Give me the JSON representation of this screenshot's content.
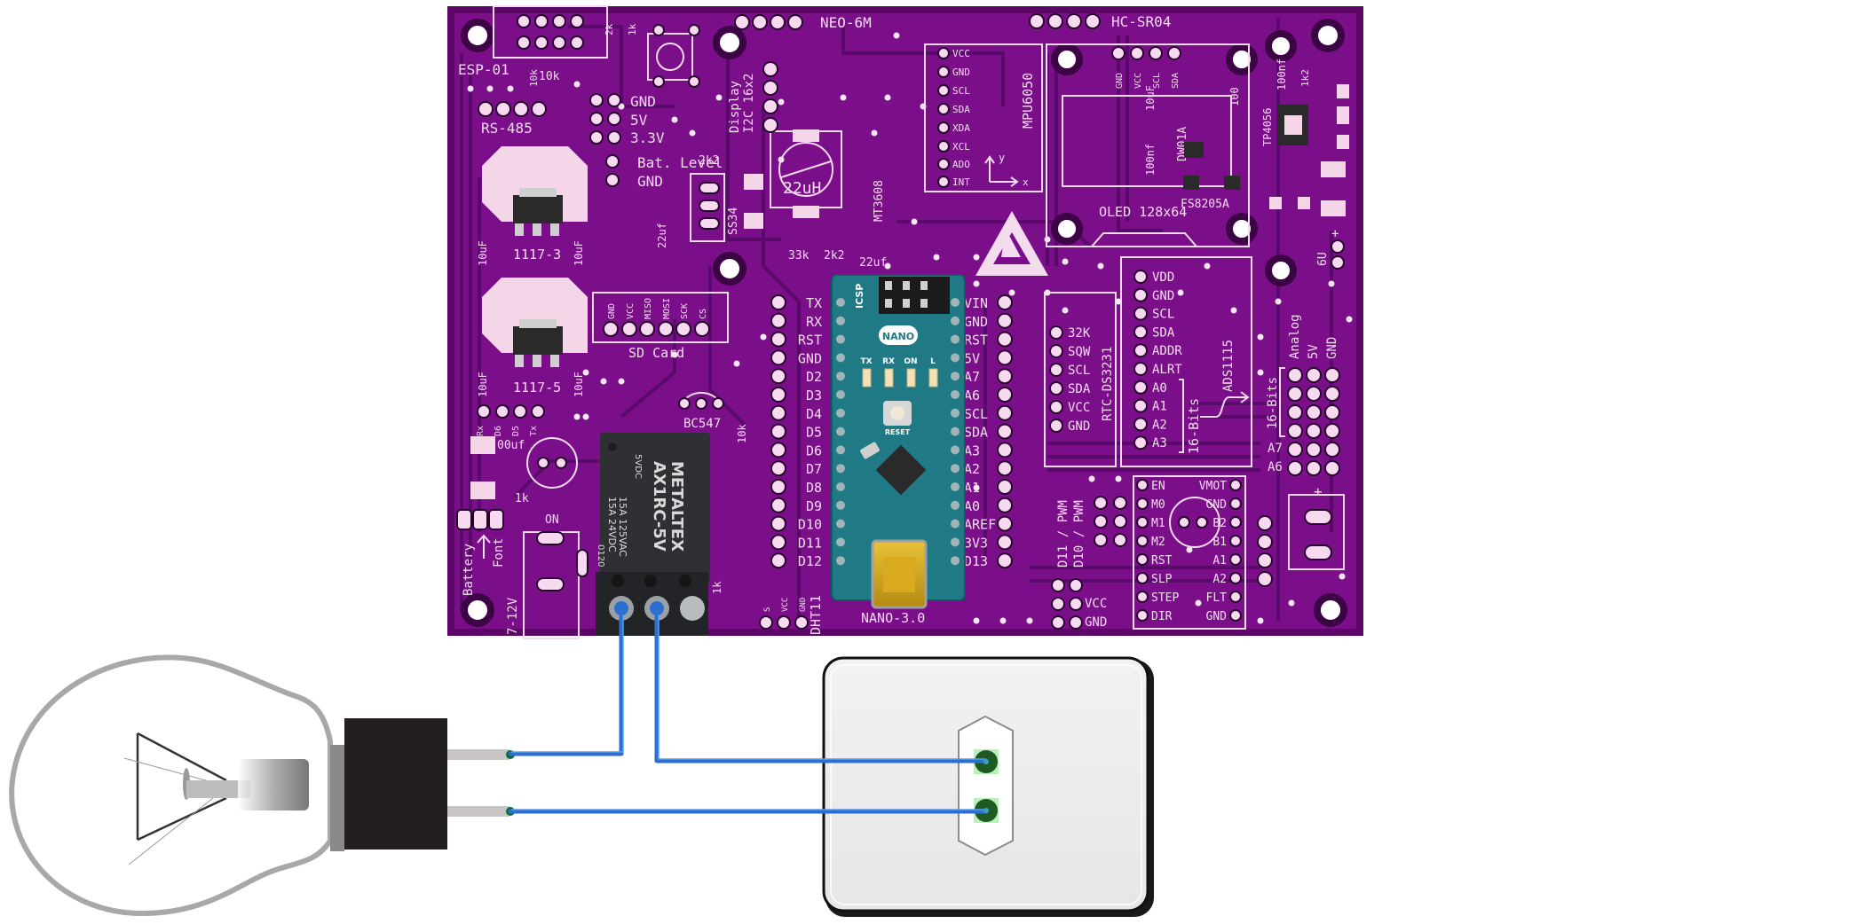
{
  "board": {
    "color": "#7b0f8a",
    "edge_color": "#5c0768",
    "silk_color": "#f4dcef",
    "labels": {
      "esp01": "ESP-01",
      "rs485": "RS-485",
      "neo6m": "NEO-6M",
      "hcsr04": "HC-SR04",
      "display": "Display",
      "i2c16x2": "I2C 16x2",
      "mpu6050": "MPU6050",
      "oled": "OLED 128x64",
      "dw01a": "DW01A",
      "fs8205a": "FS8205A",
      "tp4056": "TP4056",
      "mt3608": "MT3608",
      "inductor": "22uH",
      "ss34": "SS34",
      "reg3": "1117-3",
      "reg5": "1117-5",
      "sdcard": "SD Card",
      "bc547": "BC547",
      "rtc": "RTC-DS3231",
      "ads1115": "ADS1115",
      "bits16a": "16-Bits",
      "bits16b": "16-Bits",
      "analog": "Analog",
      "nano": "NANO-3.0",
      "dht11": "DHT11",
      "battery": "Battery",
      "font": "Font",
      "vin_range": "7-12V",
      "on": "ON",
      "six_v": "6U",
      "pwm11": "D11 / PWM",
      "pwm10": "D10 / PWM",
      "vcc": "VCC",
      "gnd": "GND",
      "bat_level": "Bat. Level",
      "r10k_a": "10k",
      "r10k_b": "10k",
      "r2k": "2k",
      "r1k": "1k",
      "r2k2": "2k2",
      "r33k": "33k",
      "c22uf_a": "22uf",
      "c22uf_b": "22uf",
      "c10uf": "10uF",
      "c100nf": "100nf",
      "c100uf": "00uf",
      "r100": "100",
      "r1k2": "1k2",
      "r10k_c": "10k",
      "plus": "+"
    },
    "power_header": [
      "GND",
      "5V",
      "3.3V"
    ],
    "bat_header": [
      "Bat. Level",
      "GND"
    ],
    "sd_pins": [
      "GND",
      "VCC",
      "MISO",
      "MOSI",
      "SCK",
      "CS"
    ],
    "oled_pins": [
      "GND",
      "VCC",
      "SCL",
      "SDA"
    ],
    "mpu_pins": [
      "VCC",
      "GND",
      "SCL",
      "SDA",
      "XDA",
      "XCL",
      "ADO",
      "INT"
    ],
    "mpu_axes": {
      "x": "x",
      "y": "y"
    },
    "serial_pins": [
      "Rx",
      "D6",
      "D5",
      "Tx"
    ],
    "dht_pins": [
      "S",
      "VCC",
      "GND"
    ],
    "rtc_pins": [
      "32K",
      "SQW",
      "SCL",
      "SDA",
      "VCC",
      "GND"
    ],
    "ads_pins": [
      "VDD",
      "GND",
      "SCL",
      "SDA",
      "ADDR",
      "ALRT",
      "A0",
      "A1",
      "A2",
      "A3"
    ],
    "analog_rows": [
      "A7",
      "A6"
    ],
    "analog_cols": [
      "Analog",
      "5V",
      "GND"
    ],
    "nano_left": [
      "TX",
      "RX",
      "RST",
      "GND",
      "D2",
      "D3",
      "D4",
      "D5",
      "D6",
      "D7",
      "D8",
      "D9",
      "D10",
      "D11",
      "D12"
    ],
    "nano_right": [
      "VIN",
      "GND",
      "RST",
      "5V",
      "A7",
      "A6",
      "SCL",
      "SDA",
      "A3",
      "A2",
      "A1",
      "A0",
      "AREF",
      "3V3",
      "D13"
    ],
    "driver_left": [
      "EN",
      "M0",
      "M1",
      "M2",
      "RST",
      "SLP",
      "STEP",
      "DIR"
    ],
    "driver_right": [
      "VMOT",
      "GND",
      "B2",
      "B1",
      "A1",
      "A2",
      "FLT",
      "GND"
    ]
  },
  "arduino_nano": {
    "color": "#1f7a86",
    "badge": "NANO",
    "icsp": "ICSP",
    "leds": [
      "TX",
      "RX",
      "ON",
      "L"
    ],
    "reset": "RESET"
  },
  "relay": {
    "brand": "METALTEX",
    "model": "AX1RC-5V",
    "coil": "5VDC",
    "rating1": "15A 125VAC",
    "rating2": "15A 24VDC",
    "code": "0120"
  },
  "load": {
    "lamp": "incandescent-bulb",
    "outlet": "wall-socket",
    "wire_color": "#2d6fce"
  }
}
